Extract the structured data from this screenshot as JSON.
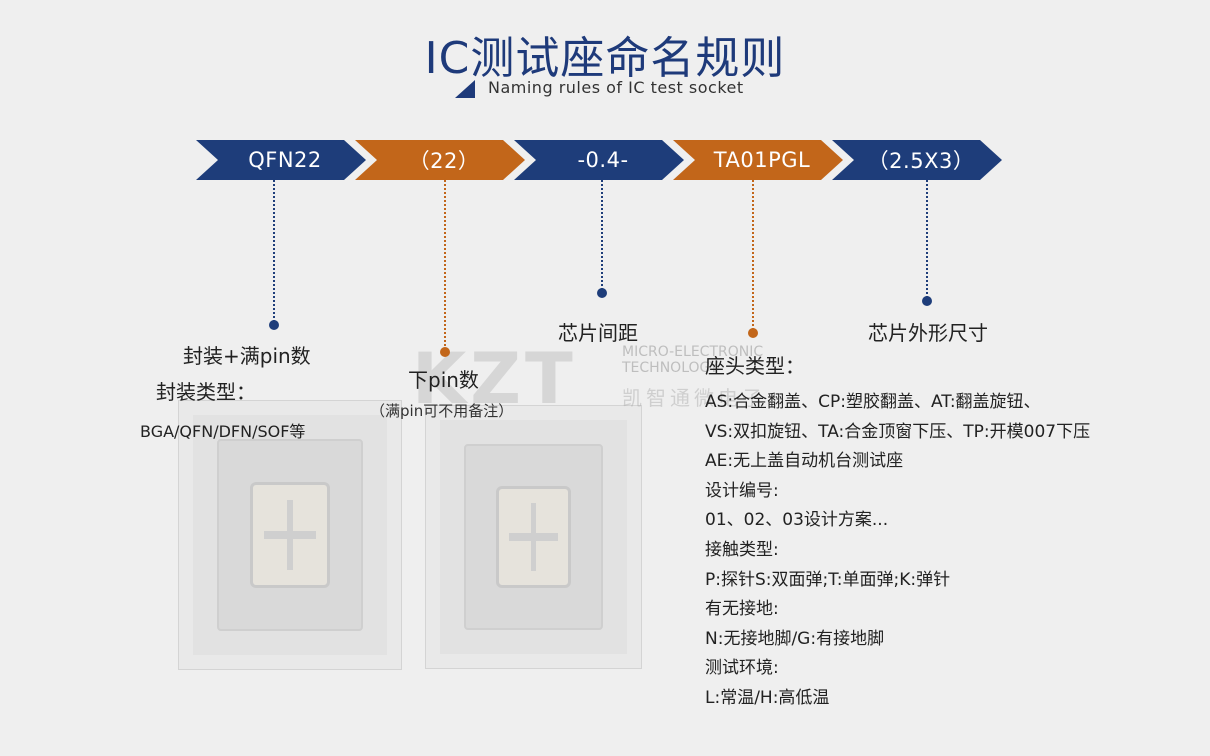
{
  "header": {
    "title": "IC测试座命名规则",
    "subtitle": "Naming rules of IC test socket"
  },
  "segments": [
    {
      "label": "QFN22",
      "color": "#1e3d7a"
    },
    {
      "label": "（22）",
      "color": "#c2661a"
    },
    {
      "label": "-0.4-",
      "color": "#1e3d7a"
    },
    {
      "label": "TA01PGL",
      "color": "#c2661a"
    },
    {
      "label": "（2.5X3）",
      "color": "#1e3d7a"
    }
  ],
  "labels": {
    "package_pin": "封装+满pin数",
    "package_type_title": "封装类型：",
    "package_type_values": "BGA/QFN/DFN/SOF等",
    "down_pin": "下pin数",
    "down_pin_note": "（满pin可不用备注）",
    "pitch": "芯片间距",
    "chip_size": "芯片外形尺寸",
    "socket_head_title": "座头类型："
  },
  "details": [
    "AS:合金翻盖、CP:塑胶翻盖、AT:翻盖旋钮、",
    "VS:双扣旋钮、TA:合金顶窗下压、TP:开模007下压",
    "AE:无上盖自动机台测试座",
    "设计编号:",
    "01、02、03设计方案...",
    "接触类型:",
    "P:探针S:双面弹;T:单面弹;K:弹针",
    "有无接地:",
    "N:无接地脚/G:有接地脚",
    "测试环境:",
    "L:常温/H:高低温"
  ],
  "watermark": {
    "logo": "KZT",
    "line1": "MICRO-ELECTRONIC",
    "line2": "TECHNOLOGY",
    "cn": "凯智通微电子"
  },
  "colors": {
    "blue": "#1e3d7a",
    "orange": "#c2661a"
  }
}
